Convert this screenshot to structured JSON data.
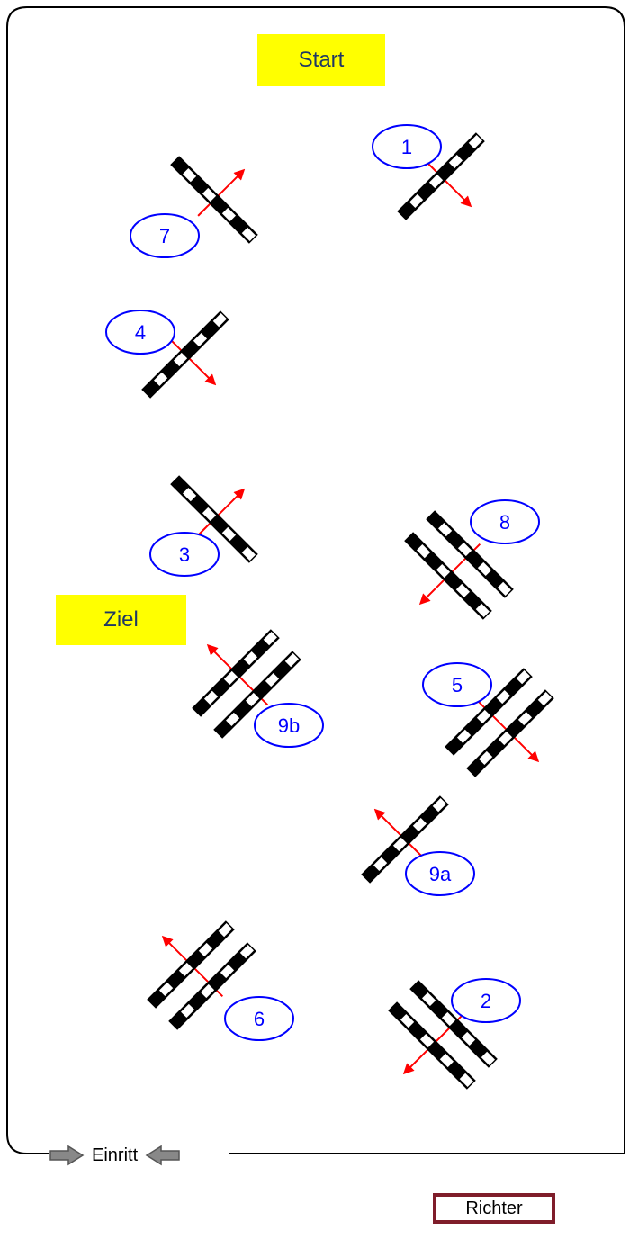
{
  "course": {
    "start_label": "Start",
    "finish_label": "Ziel",
    "entry_label": "Einritt",
    "judge_label": "Richter"
  },
  "obstacles": [
    {
      "number": "1",
      "angle": -45,
      "rails": 1,
      "arrow": "down-right"
    },
    {
      "number": "7",
      "angle": 45,
      "rails": 1,
      "arrow": "up-right"
    },
    {
      "number": "4",
      "angle": -45,
      "rails": 1,
      "arrow": "down-right"
    },
    {
      "number": "3",
      "angle": 45,
      "rails": 1,
      "arrow": "up-right"
    },
    {
      "number": "8",
      "angle": 45,
      "rails": 2,
      "arrow": "down-left"
    },
    {
      "number": "9b",
      "angle": -45,
      "rails": 2,
      "arrow": "up-left"
    },
    {
      "number": "5",
      "angle": -45,
      "rails": 2,
      "arrow": "down-right"
    },
    {
      "number": "9a",
      "angle": -45,
      "rails": 1,
      "arrow": "up-left"
    },
    {
      "number": "6",
      "angle": -45,
      "rails": 2,
      "arrow": "up-left"
    },
    {
      "number": "2",
      "angle": 45,
      "rails": 2,
      "arrow": "down-left"
    }
  ],
  "colors": {
    "label_circle": "#0000ff",
    "arrow": "#ff0000",
    "highlight": "#ffff00",
    "judge_border": "#7f1d2a"
  }
}
